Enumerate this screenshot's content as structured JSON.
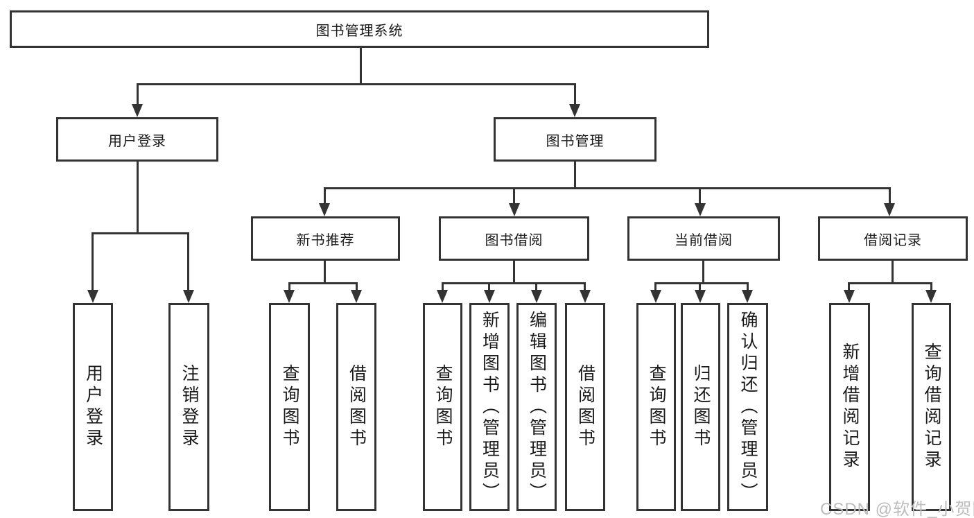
{
  "colors": {
    "line": "#333333",
    "text": "#1a1a1a",
    "watermark": "#bdbdbd",
    "background": "#ffffff"
  },
  "watermark": {
    "text": "CSDN @软件_小贺同学"
  },
  "diagram": {
    "type": "hierarchy-tree",
    "root": {
      "label": "图书管理系统"
    },
    "branches": [
      {
        "label": "用户登录",
        "children": [
          {
            "label": "用户登录"
          },
          {
            "label": "注销登录"
          }
        ]
      },
      {
        "label": "图书管理",
        "children": [
          {
            "label": "新书推荐",
            "children": [
              {
                "label": "查询图书"
              },
              {
                "label": "借阅图书"
              }
            ]
          },
          {
            "label": "图书借阅",
            "children": [
              {
                "label": "查询图书"
              },
              {
                "label": "新增图书（管理员）"
              },
              {
                "label": "编辑图书（管理员）"
              },
              {
                "label": "借阅图书"
              }
            ]
          },
          {
            "label": "当前借阅",
            "children": [
              {
                "label": "查询图书"
              },
              {
                "label": "归还图书"
              },
              {
                "label": "确认归还（管理员）"
              }
            ]
          },
          {
            "label": "借阅记录",
            "children": [
              {
                "label": "新增借阅记录"
              },
              {
                "label": "查询借阅记录"
              }
            ]
          }
        ]
      }
    ]
  }
}
